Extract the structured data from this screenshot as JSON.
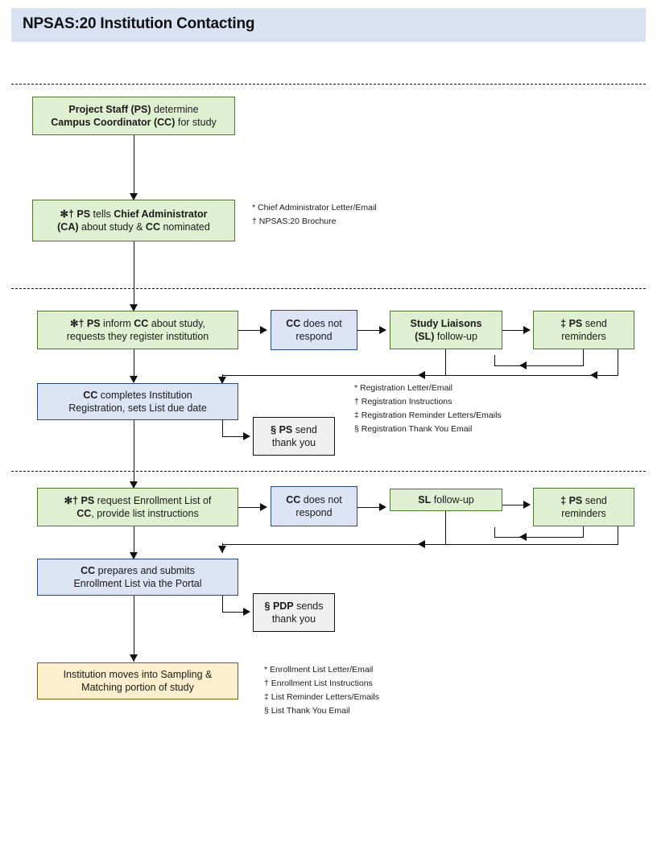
{
  "header": {
    "title": "NPSAS:20 Institution Contacting",
    "bar_color": "#d9e2f3"
  },
  "palette": {
    "green_fill": "#dff0d2",
    "green_border": "#51762f",
    "blue_fill": "#dce4f4",
    "blue_border": "#2b4a7c",
    "gray_fill": "#f0f0f0",
    "gray_border": "#111111",
    "tan_fill": "#fdf0cf",
    "tan_border": "#7a5c12",
    "line_color": "#111111"
  },
  "sections": [
    {
      "name": "chief-administrator-contact",
      "nodes": [
        {
          "id": "ps-determine-cc",
          "type": "green",
          "symbols": "",
          "lines": [
            [
              {
                "t": "Project Staff (PS)",
                "b": true
              },
              {
                "t": " determine",
                "b": false
              }
            ],
            [
              {
                "t": "Campus Coordinator (CC)",
                "b": true
              },
              {
                "t": " for study",
                "b": false
              }
            ]
          ]
        },
        {
          "id": "ps-tells-ca",
          "type": "green",
          "symbols": "✻†",
          "lines": [
            [
              {
                "t": "PS",
                "b": true
              },
              {
                "t": " tells ",
                "b": false
              },
              {
                "t": "Chief Administrator",
                "b": true
              }
            ],
            [
              {
                "t": "(CA)",
                "b": true
              },
              {
                "t": " about study & ",
                "b": false
              },
              {
                "t": "CC",
                "b": true
              },
              {
                "t": " nominated",
                "b": false
              }
            ]
          ]
        }
      ],
      "notes": [
        "* Chief Administrator Letter/Email",
        "† NPSAS:20 Brochure"
      ]
    },
    {
      "name": "institution-registration",
      "nodes": [
        {
          "id": "ps-inform-cc-register",
          "type": "green",
          "symbols": "✻†",
          "lines": [
            [
              {
                "t": "PS",
                "b": true
              },
              {
                "t": " inform  ",
                "b": false
              },
              {
                "t": "CC",
                "b": true
              },
              {
                "t": " about study,",
                "b": false
              }
            ],
            [
              {
                "t": "requests they register institution",
                "b": false
              }
            ]
          ]
        },
        {
          "id": "cc-does-not-respond-1",
          "type": "blue",
          "symbols": "",
          "lines": [
            [
              {
                "t": "CC",
                "b": true
              },
              {
                "t": " does not",
                "b": false
              }
            ],
            [
              {
                "t": "respond",
                "b": false
              }
            ]
          ]
        },
        {
          "id": "study-liaisons-followup",
          "type": "green",
          "symbols": "",
          "lines": [
            [
              {
                "t": "Study Liaisons",
                "b": true
              }
            ],
            [
              {
                "t": "(SL)",
                "b": true
              },
              {
                "t": " follow-up",
                "b": false
              }
            ]
          ]
        },
        {
          "id": "ps-send-reminders-1",
          "type": "green",
          "symbols": "‡",
          "lines": [
            [
              {
                "t": "PS",
                "b": true
              },
              {
                "t": " send",
                "b": false
              }
            ],
            [
              {
                "t": "reminders",
                "b": false
              }
            ]
          ]
        },
        {
          "id": "cc-completes-registration",
          "type": "blue",
          "symbols": "",
          "lines": [
            [
              {
                "t": "CC",
                "b": true
              },
              {
                "t": " completes Institution",
                "b": false
              }
            ],
            [
              {
                "t": "Registration, sets List due date",
                "b": false
              }
            ]
          ]
        },
        {
          "id": "ps-send-thank-you",
          "type": "gray",
          "symbols": "§",
          "lines": [
            [
              {
                "t": "PS",
                "b": true
              },
              {
                "t": " send",
                "b": false
              }
            ],
            [
              {
                "t": "thank you",
                "b": false
              }
            ]
          ]
        }
      ],
      "notes": [
        "* Registration Letter/Email",
        "† Registration Instructions",
        "‡ Registration Reminder Letters/Emails",
        "§ Registration Thank You Email"
      ]
    },
    {
      "name": "enrollment-list",
      "nodes": [
        {
          "id": "ps-request-enrollment-list",
          "type": "green",
          "symbols": "✻†",
          "lines": [
            [
              {
                "t": "PS",
                "b": true
              },
              {
                "t": " request  Enrollment List of",
                "b": false
              }
            ],
            [
              {
                "t": "CC",
                "b": true
              },
              {
                "t": ", provide list instructions",
                "b": false
              }
            ]
          ]
        },
        {
          "id": "cc-does-not-respond-2",
          "type": "blue",
          "symbols": "",
          "lines": [
            [
              {
                "t": "CC",
                "b": true
              },
              {
                "t": " does not",
                "b": false
              }
            ],
            [
              {
                "t": "respond",
                "b": false
              }
            ]
          ]
        },
        {
          "id": "sl-followup",
          "type": "green",
          "symbols": "",
          "lines": [
            [
              {
                "t": "SL",
                "b": true
              },
              {
                "t": " follow-up",
                "b": false
              }
            ]
          ]
        },
        {
          "id": "ps-send-reminders-2",
          "type": "green",
          "symbols": "‡",
          "lines": [
            [
              {
                "t": "PS",
                "b": true
              },
              {
                "t": " send",
                "b": false
              }
            ],
            [
              {
                "t": "reminders",
                "b": false
              }
            ]
          ]
        },
        {
          "id": "cc-submits-enrollment-list",
          "type": "blue",
          "symbols": "",
          "lines": [
            [
              {
                "t": "CC",
                "b": true
              },
              {
                "t": " prepares and submits",
                "b": false
              }
            ],
            [
              {
                "t": "Enrollment List via the Portal",
                "b": false
              }
            ]
          ]
        },
        {
          "id": "pdp-sends-thank-you",
          "type": "gray",
          "symbols": "§",
          "lines": [
            [
              {
                "t": "PDP",
                "b": true
              },
              {
                "t": " sends",
                "b": false
              }
            ],
            [
              {
                "t": "thank you",
                "b": false
              }
            ]
          ]
        },
        {
          "id": "institution-sampling-matching",
          "type": "tan",
          "symbols": "",
          "lines": [
            [
              {
                "t": "Institution moves into Sampling &",
                "b": false
              }
            ],
            [
              {
                "t": "Matching portion of study",
                "b": false
              }
            ]
          ]
        }
      ],
      "notes": [
        "* Enrollment List Letter/Email",
        "† Enrollment List Instructions",
        "‡ List Reminder Letters/Emails",
        "§ List Thank You Email"
      ]
    }
  ]
}
